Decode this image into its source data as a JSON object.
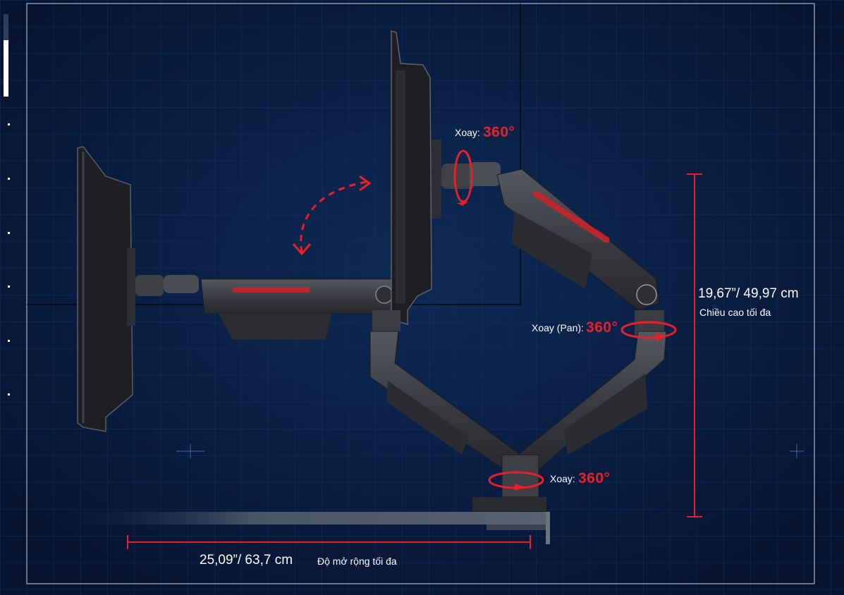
{
  "rotations": {
    "tilt": {
      "label": "Xoay:",
      "value": "360°"
    },
    "pan": {
      "label": "Xoay (Pan):",
      "value": "360°"
    },
    "base": {
      "label": "Xoay:",
      "value": "360°"
    }
  },
  "height": {
    "value": "19,67”/ 49,97 cm",
    "caption": "Chiều cao tối đa"
  },
  "extension": {
    "value": "25,09”/ 63,7 cm",
    "caption": "Độ mở rộng tối đa"
  },
  "colors": {
    "background": "#071735",
    "accent_red": "#e8202a",
    "arm_gray": "#3c3e44",
    "arm_dark": "#25272c",
    "grid": "#1f3a66"
  }
}
